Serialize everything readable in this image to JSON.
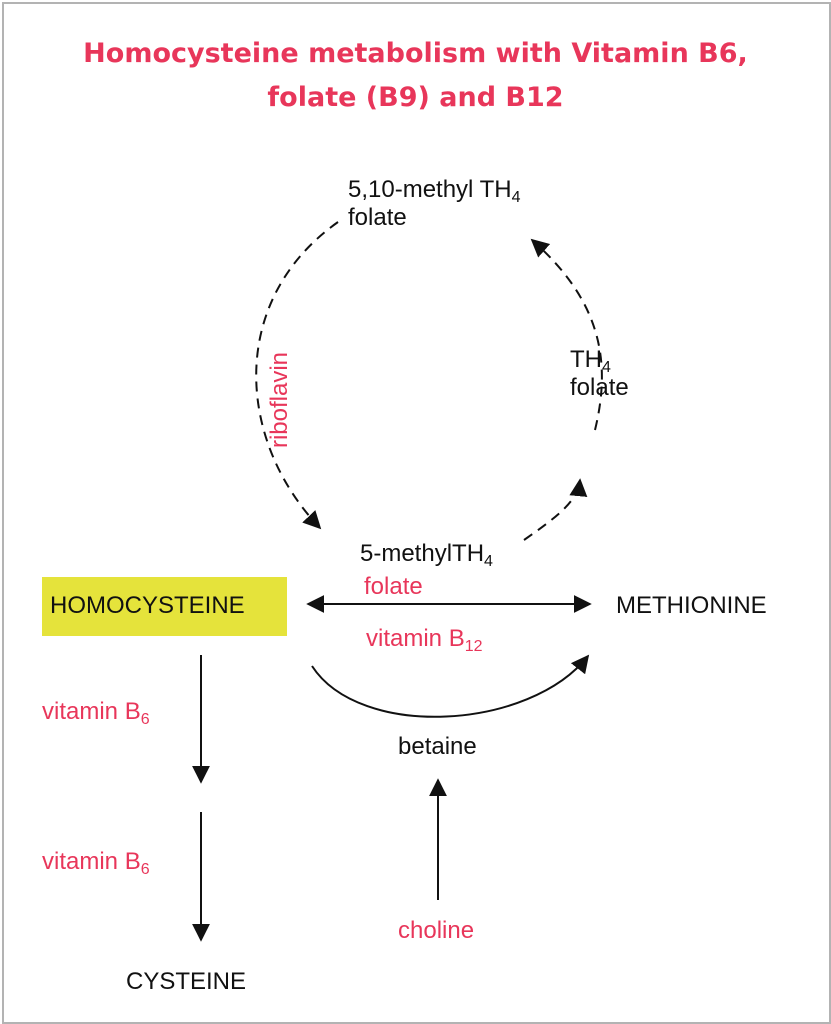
{
  "title": {
    "line1": "Homocysteine metabolism with Vitamin B6,",
    "line2": "folate (B9) and B12"
  },
  "colors": {
    "title": "#e8365a",
    "highlight": "#e5e33b",
    "cofactor_text": "#e8365a",
    "metabolite_text": "#111111",
    "frame": "#b3b3b3"
  },
  "nodes": {
    "methyl_510_folate": {
      "line1_main": "5,10-methyl TH",
      "line1_sub": "4",
      "line2": "folate"
    },
    "th4_folate": {
      "line1_main": "TH",
      "line1_sub": "4",
      "line2": "folate"
    },
    "methyl5_folate": {
      "main": "5-methylTH",
      "sub": "4"
    },
    "homocysteine": "HOMOCYSTEINE",
    "methionine": "METHIONINE",
    "betaine": "betaine",
    "cysteine": "CYSTEINE"
  },
  "cofactors": {
    "riboflavin": "riboflavin",
    "folate": "folate",
    "vitamin_b12": {
      "main": "vitamin B",
      "sub": "12"
    },
    "vitamin_b6_first": {
      "main": "vitamin B",
      "sub": "6"
    },
    "vitamin_b6_second": {
      "main": "vitamin B",
      "sub": "6"
    },
    "choline": "choline"
  }
}
